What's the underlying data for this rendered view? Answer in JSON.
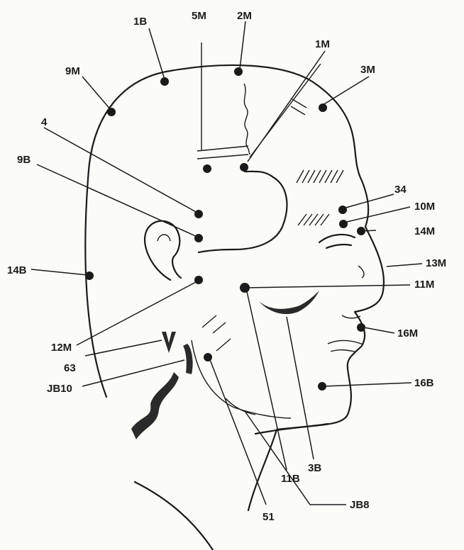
{
  "points": [
    {
      "id": "1B"
    },
    {
      "id": "5M"
    },
    {
      "id": "2M"
    },
    {
      "id": "1M"
    },
    {
      "id": "9M"
    },
    {
      "id": "3M"
    },
    {
      "id": "4"
    },
    {
      "id": "9B"
    },
    {
      "id": "34"
    },
    {
      "id": "10M"
    },
    {
      "id": "14M"
    },
    {
      "id": "13M"
    },
    {
      "id": "14B"
    },
    {
      "id": "11M"
    },
    {
      "id": "12M"
    },
    {
      "id": "63"
    },
    {
      "id": "16M"
    },
    {
      "id": "JB10"
    },
    {
      "id": "16B"
    },
    {
      "id": "3B"
    },
    {
      "id": "11B"
    },
    {
      "id": "JB8"
    },
    {
      "id": "51"
    }
  ]
}
